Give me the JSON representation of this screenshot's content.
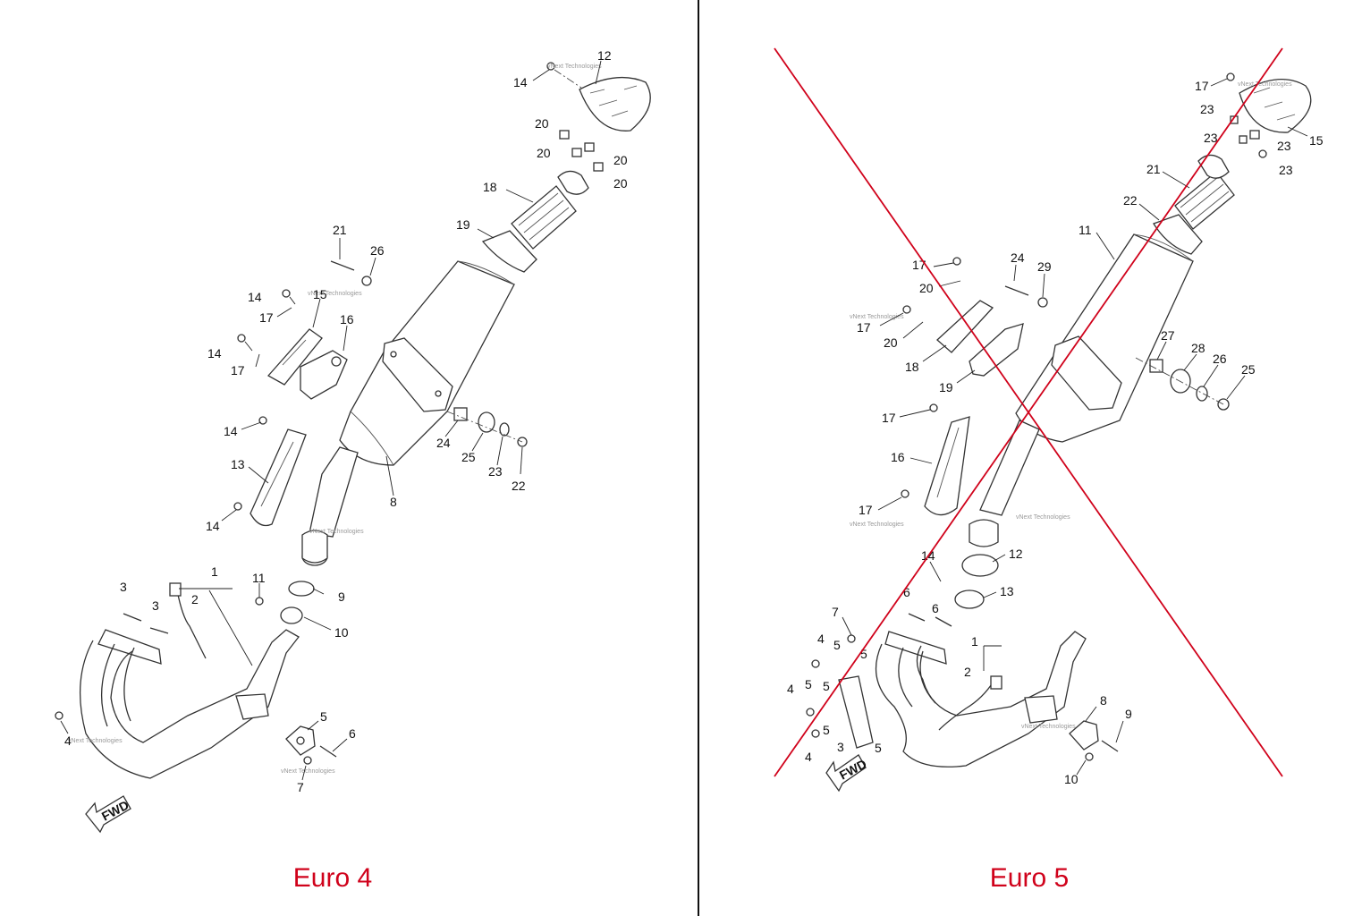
{
  "colors": {
    "caption": "#d0021b",
    "cross_out": "#d0021b",
    "divider": "#111111",
    "ink": "#333333"
  },
  "watermark": "vNext Technologies",
  "panels": [
    {
      "id": "left",
      "caption": "Euro 4",
      "crossed_out": false,
      "fwd_label": "FWD",
      "callouts": [
        {
          "id": "c12",
          "label": "12"
        },
        {
          "id": "c14a",
          "label": "14"
        },
        {
          "id": "c20a",
          "label": "20"
        },
        {
          "id": "c20b",
          "label": "20"
        },
        {
          "id": "c20c",
          "label": "20"
        },
        {
          "id": "c20d",
          "label": "20"
        },
        {
          "id": "c18",
          "label": "18"
        },
        {
          "id": "c19",
          "label": "19"
        },
        {
          "id": "c21",
          "label": "21"
        },
        {
          "id": "c26",
          "label": "26"
        },
        {
          "id": "c14b",
          "label": "14"
        },
        {
          "id": "c15",
          "label": "15"
        },
        {
          "id": "c17a",
          "label": "17"
        },
        {
          "id": "c16",
          "label": "16"
        },
        {
          "id": "c14c",
          "label": "14"
        },
        {
          "id": "c17b",
          "label": "17"
        },
        {
          "id": "c14d",
          "label": "14"
        },
        {
          "id": "c13",
          "label": "13"
        },
        {
          "id": "c14e",
          "label": "14"
        },
        {
          "id": "c24",
          "label": "24"
        },
        {
          "id": "c25",
          "label": "25"
        },
        {
          "id": "c23",
          "label": "23"
        },
        {
          "id": "c22",
          "label": "22"
        },
        {
          "id": "c8",
          "label": "8"
        },
        {
          "id": "c1",
          "label": "1"
        },
        {
          "id": "c3a",
          "label": "3"
        },
        {
          "id": "c3b",
          "label": "3"
        },
        {
          "id": "c2",
          "label": "2"
        },
        {
          "id": "c11",
          "label": "11"
        },
        {
          "id": "c9",
          "label": "9"
        },
        {
          "id": "c10",
          "label": "10"
        },
        {
          "id": "c5",
          "label": "5"
        },
        {
          "id": "c6",
          "label": "6"
        },
        {
          "id": "c7",
          "label": "7"
        },
        {
          "id": "c4",
          "label": "4"
        }
      ]
    },
    {
      "id": "right",
      "caption": "Euro 5",
      "crossed_out": true,
      "fwd_label": "FWD",
      "callouts": [
        {
          "id": "r17a",
          "label": "17"
        },
        {
          "id": "r23a",
          "label": "23"
        },
        {
          "id": "r23b",
          "label": "23"
        },
        {
          "id": "r23c",
          "label": "23"
        },
        {
          "id": "r23d",
          "label": "23"
        },
        {
          "id": "r15",
          "label": "15"
        },
        {
          "id": "r21",
          "label": "21"
        },
        {
          "id": "r22",
          "label": "22"
        },
        {
          "id": "r11",
          "label": "11"
        },
        {
          "id": "r17b",
          "label": "17"
        },
        {
          "id": "r24",
          "label": "24"
        },
        {
          "id": "r29",
          "label": "29"
        },
        {
          "id": "r20a",
          "label": "20"
        },
        {
          "id": "r17c",
          "label": "17"
        },
        {
          "id": "r20b",
          "label": "20"
        },
        {
          "id": "r18",
          "label": "18"
        },
        {
          "id": "r19",
          "label": "19"
        },
        {
          "id": "r27",
          "label": "27"
        },
        {
          "id": "r28",
          "label": "28"
        },
        {
          "id": "r26",
          "label": "26"
        },
        {
          "id": "r25",
          "label": "25"
        },
        {
          "id": "r17d",
          "label": "17"
        },
        {
          "id": "r16",
          "label": "16"
        },
        {
          "id": "r17e",
          "label": "17"
        },
        {
          "id": "r14",
          "label": "14"
        },
        {
          "id": "r12",
          "label": "12"
        },
        {
          "id": "r13",
          "label": "13"
        },
        {
          "id": "r7",
          "label": "7"
        },
        {
          "id": "r6a",
          "label": "6"
        },
        {
          "id": "r6b",
          "label": "6"
        },
        {
          "id": "r4a",
          "label": "4"
        },
        {
          "id": "r5a",
          "label": "5"
        },
        {
          "id": "r5b",
          "label": "5"
        },
        {
          "id": "r1",
          "label": "1"
        },
        {
          "id": "r2",
          "label": "2"
        },
        {
          "id": "r4b",
          "label": "4"
        },
        {
          "id": "r5c",
          "label": "5"
        },
        {
          "id": "r5d",
          "label": "5"
        },
        {
          "id": "r3",
          "label": "3"
        },
        {
          "id": "r5e",
          "label": "5"
        },
        {
          "id": "r5f",
          "label": "5"
        },
        {
          "id": "r4c",
          "label": "4"
        },
        {
          "id": "r8",
          "label": "8"
        },
        {
          "id": "r9",
          "label": "9"
        },
        {
          "id": "r10",
          "label": "10"
        }
      ]
    }
  ]
}
